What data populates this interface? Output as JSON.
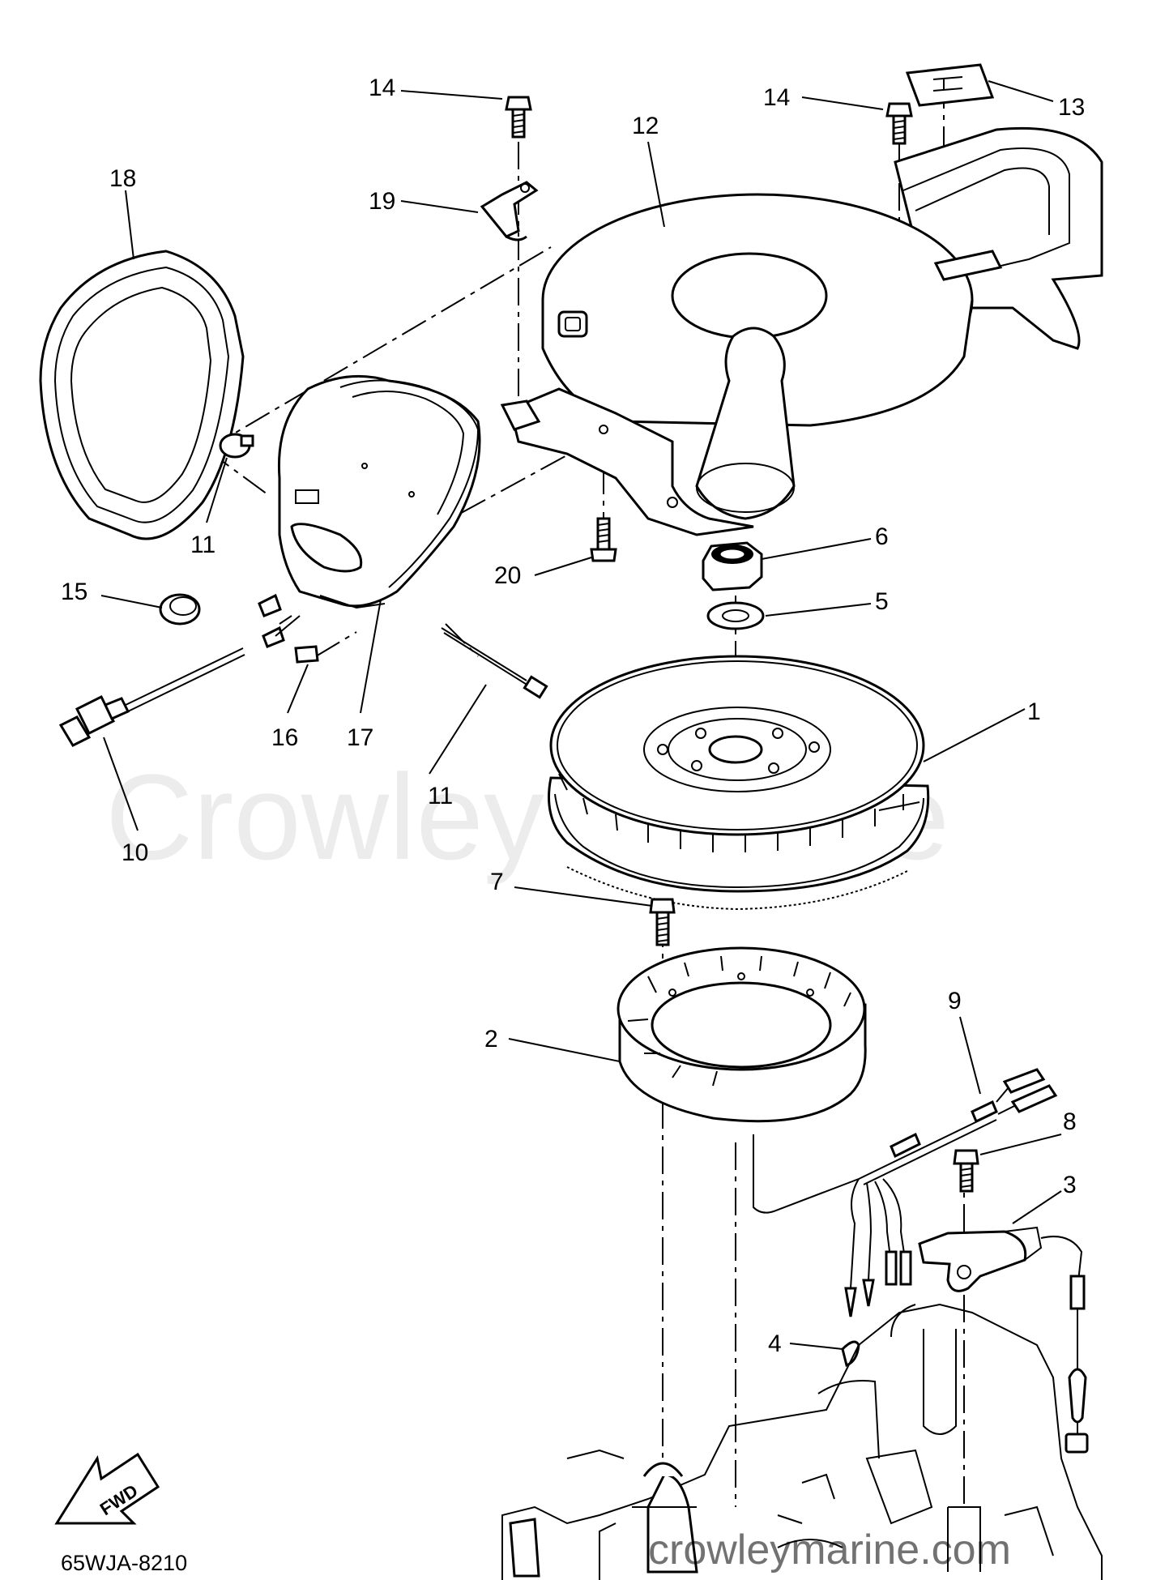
{
  "watermark": "Crowley Marine",
  "watermark_url": "crowleymarine.com",
  "diagram_code": "65WJA-8210",
  "direction_label": "FWD",
  "callouts": [
    {
      "id": "c1",
      "label": "1"
    },
    {
      "id": "c2",
      "label": "2"
    },
    {
      "id": "c3",
      "label": "3"
    },
    {
      "id": "c4",
      "label": "4"
    },
    {
      "id": "c5",
      "label": "5"
    },
    {
      "id": "c6",
      "label": "6"
    },
    {
      "id": "c7",
      "label": "7"
    },
    {
      "id": "c8",
      "label": "8"
    },
    {
      "id": "c9",
      "label": "9"
    },
    {
      "id": "c10",
      "label": "10"
    },
    {
      "id": "c11a",
      "label": "11"
    },
    {
      "id": "c11b",
      "label": "11"
    },
    {
      "id": "c12",
      "label": "12"
    },
    {
      "id": "c13",
      "label": "13"
    },
    {
      "id": "c14a",
      "label": "14"
    },
    {
      "id": "c14b",
      "label": "14"
    },
    {
      "id": "c15",
      "label": "15"
    },
    {
      "id": "c16",
      "label": "16"
    },
    {
      "id": "c17",
      "label": "17"
    },
    {
      "id": "c18",
      "label": "18"
    },
    {
      "id": "c19",
      "label": "19"
    },
    {
      "id": "c20",
      "label": "20"
    }
  ]
}
